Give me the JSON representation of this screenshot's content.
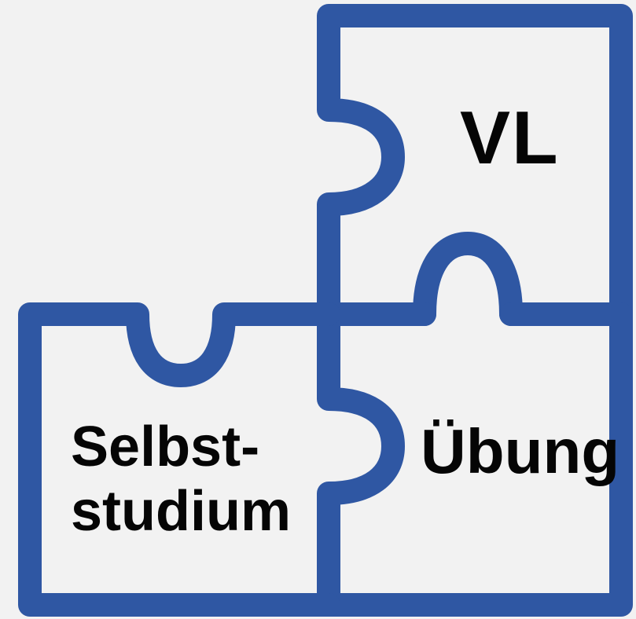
{
  "pieces": {
    "top_right": {
      "label": "VL"
    },
    "bottom_right": {
      "label": "Übung"
    },
    "bottom_left": {
      "line1": "Selbst-",
      "line2": "studium"
    }
  },
  "colors": {
    "outline": "#2f57a3",
    "background": "#f2f2f2",
    "text": "#050505"
  }
}
